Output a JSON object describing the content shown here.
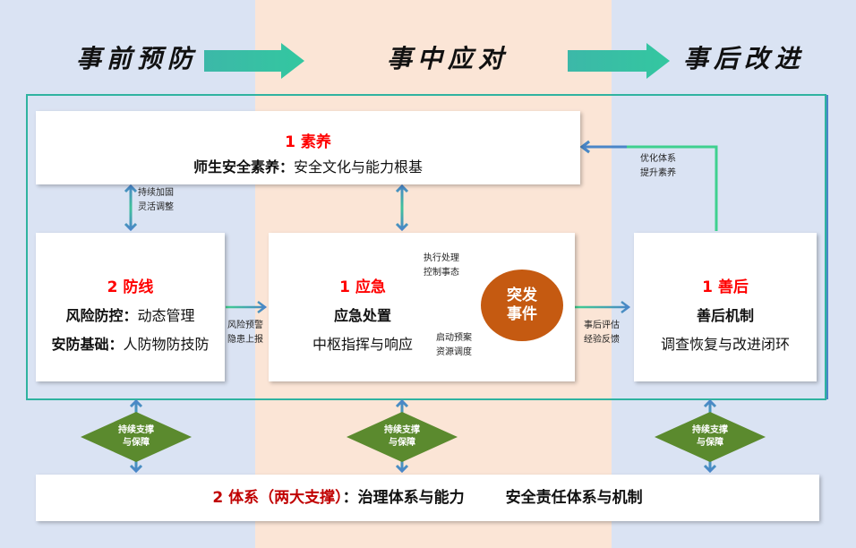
{
  "phases": {
    "before": "事前预防",
    "during": "事中应对",
    "after": "事后改进"
  },
  "top_box": {
    "title": "1 素养",
    "bold": "师生安全素养：",
    "text": "安全文化与能力根基"
  },
  "left_box": {
    "title": "2 防线",
    "line1_bold": "风险防控：",
    "line1": "动态管理",
    "line2_bold": "安防基础：",
    "line2": "人防物防技防"
  },
  "center_box": {
    "title": "1 应急",
    "subtitle": "应急处置",
    "text": "中枢指挥与响应"
  },
  "event": {
    "line1": "突发",
    "line2": "事件"
  },
  "right_box": {
    "title": "1 善后",
    "subtitle": "善后机制",
    "text": "调查恢复与改进闭环"
  },
  "labels": {
    "reinforce": [
      "持续加固",
      "灵活调整"
    ],
    "warning": [
      "风险预警",
      "隐患上报"
    ],
    "execute": [
      "执行处理",
      "控制事态"
    ],
    "activate": [
      "启动预案",
      "资源调度"
    ],
    "evaluate": [
      "事后评估",
      "经验反馈"
    ],
    "optimize": [
      "优化体系",
      "提升素养"
    ]
  },
  "support": [
    "持续支撑",
    "与保障"
  ],
  "bottom_box": {
    "title": "2 体系（两大支撑）",
    "colon": "：",
    "item1": "治理体系与能力",
    "item2": "安全责任体系与机制"
  },
  "colors": {
    "blue_bg": "#dae3f3",
    "peach_bg": "#fbe5d6",
    "red": "#ff0000",
    "event": "#c55a11",
    "diamond": "#5b8a2e",
    "border": "#2fb3a0"
  }
}
